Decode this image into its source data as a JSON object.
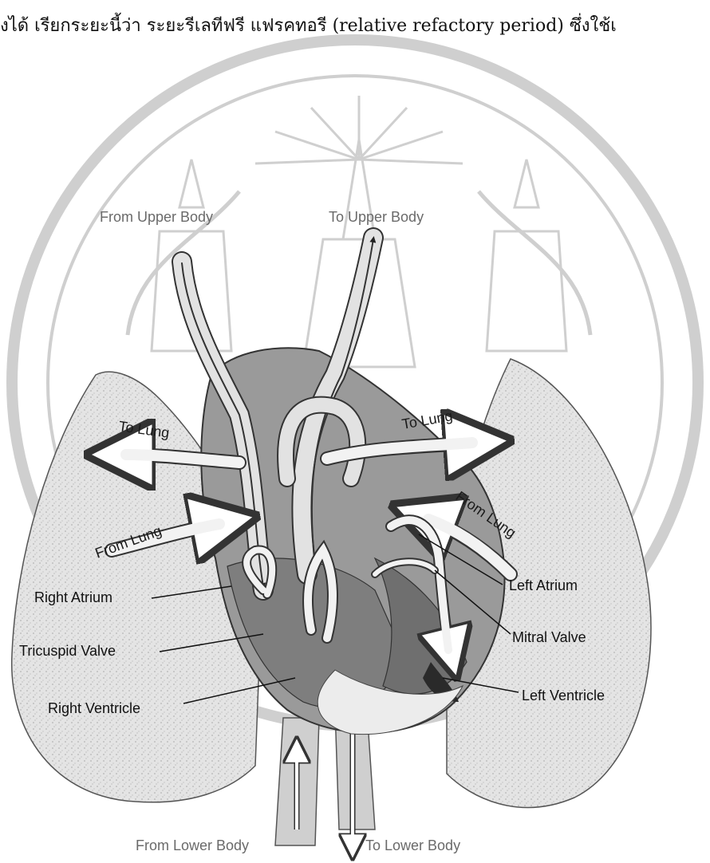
{
  "header_text": "งได้ เรียกระยะนี้ว่า ระยะรีเลทีฟรี แฟรคทอรี (relative refactory period) ซึ่งใช้เ",
  "labels": {
    "from_upper_body": "From Upper Body",
    "to_upper_body": "To Upper Body",
    "to_lung_left": "To Lung",
    "to_lung_right": "To Lung",
    "from_lung_left": "From Lung",
    "from_lung_right": "From Lung",
    "right_atrium": "Right Atrium",
    "tricuspid_valve": "Tricuspid Valve",
    "right_ventricle": "Right Ventricle",
    "left_atrium": "Left Atrium",
    "mitral_valve": "Mitral Valve",
    "left_ventricle": "Left Ventricle",
    "from_lower_body": "From Lower Body",
    "to_lower_body": "To Lower Body"
  },
  "colors": {
    "lung_fill": "#e6e6e6",
    "heart_fill": "#8f8f8f",
    "vessel_fill": "#d9d9d9",
    "watermark": "#cfcfcf"
  }
}
